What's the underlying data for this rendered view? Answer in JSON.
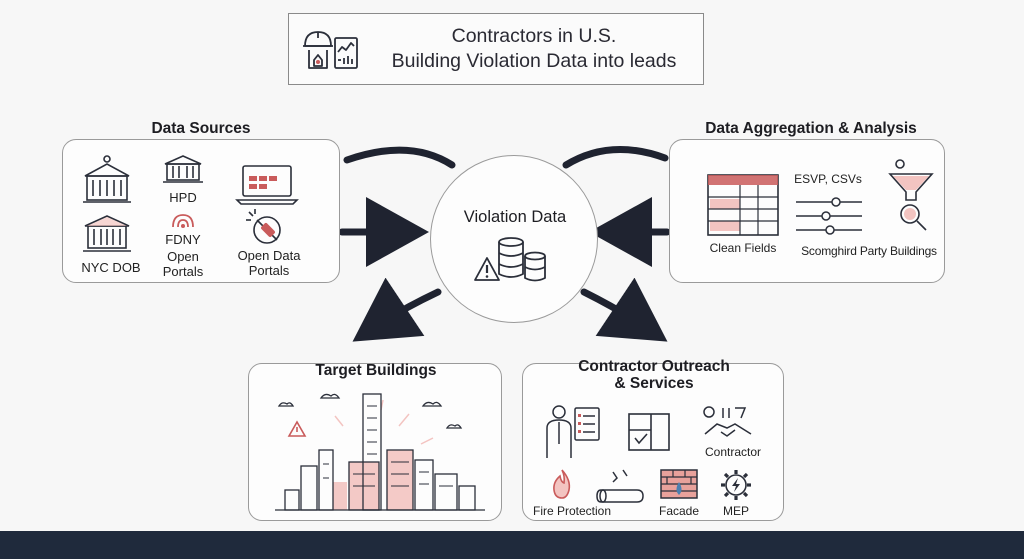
{
  "title": {
    "line1": "Contractors in U.S.",
    "line2": "Building Violation Data into leads"
  },
  "hub": {
    "label": "Violation Data"
  },
  "data_sources": {
    "heading": "Data Sources",
    "items": [
      {
        "label": "HPD",
        "icon": "government-building-icon"
      },
      {
        "label": "FDNY",
        "icon": "fire-department-icon"
      },
      {
        "label": "Open Portals",
        "icon": "open-portal-icon"
      },
      {
        "label": "NYC DOB",
        "icon": "courthouse-icon"
      },
      {
        "label": "Open Data Portals",
        "icon": "laptop-data-icon"
      }
    ]
  },
  "aggregation": {
    "heading": "Data Aggregation & Analysis",
    "items": [
      {
        "label": "Clean Fields",
        "icon": "spreadsheet-icon"
      },
      {
        "label": "ESVP, CSVs",
        "icon": "sliders-icon"
      },
      {
        "label": "Scomghird Party Buildings",
        "icon": "funnel-search-icon"
      }
    ]
  },
  "target": {
    "heading": "Target Buildings",
    "icon": "city-skyline-icon"
  },
  "outreach": {
    "heading_line1": "Contractor Outreach",
    "heading_line2": "& Services",
    "items": [
      {
        "label": "",
        "icon": "consultant-checklist-icon"
      },
      {
        "label": "",
        "icon": "blueprint-icon"
      },
      {
        "label": "Contractor",
        "icon": "handshake-icon"
      },
      {
        "label": "Fire Protection",
        "icon": "flame-icon"
      },
      {
        "label": "",
        "icon": "pipe-icon"
      },
      {
        "label": "Facade",
        "icon": "brick-wall-icon"
      },
      {
        "label": "MEP",
        "icon": "gear-bolt-icon"
      }
    ]
  },
  "colors": {
    "accent": "#c95b5b",
    "accent_fill": "#f3c4c1",
    "stroke": "#2b2f3a",
    "footer": "#1f2a3c"
  }
}
